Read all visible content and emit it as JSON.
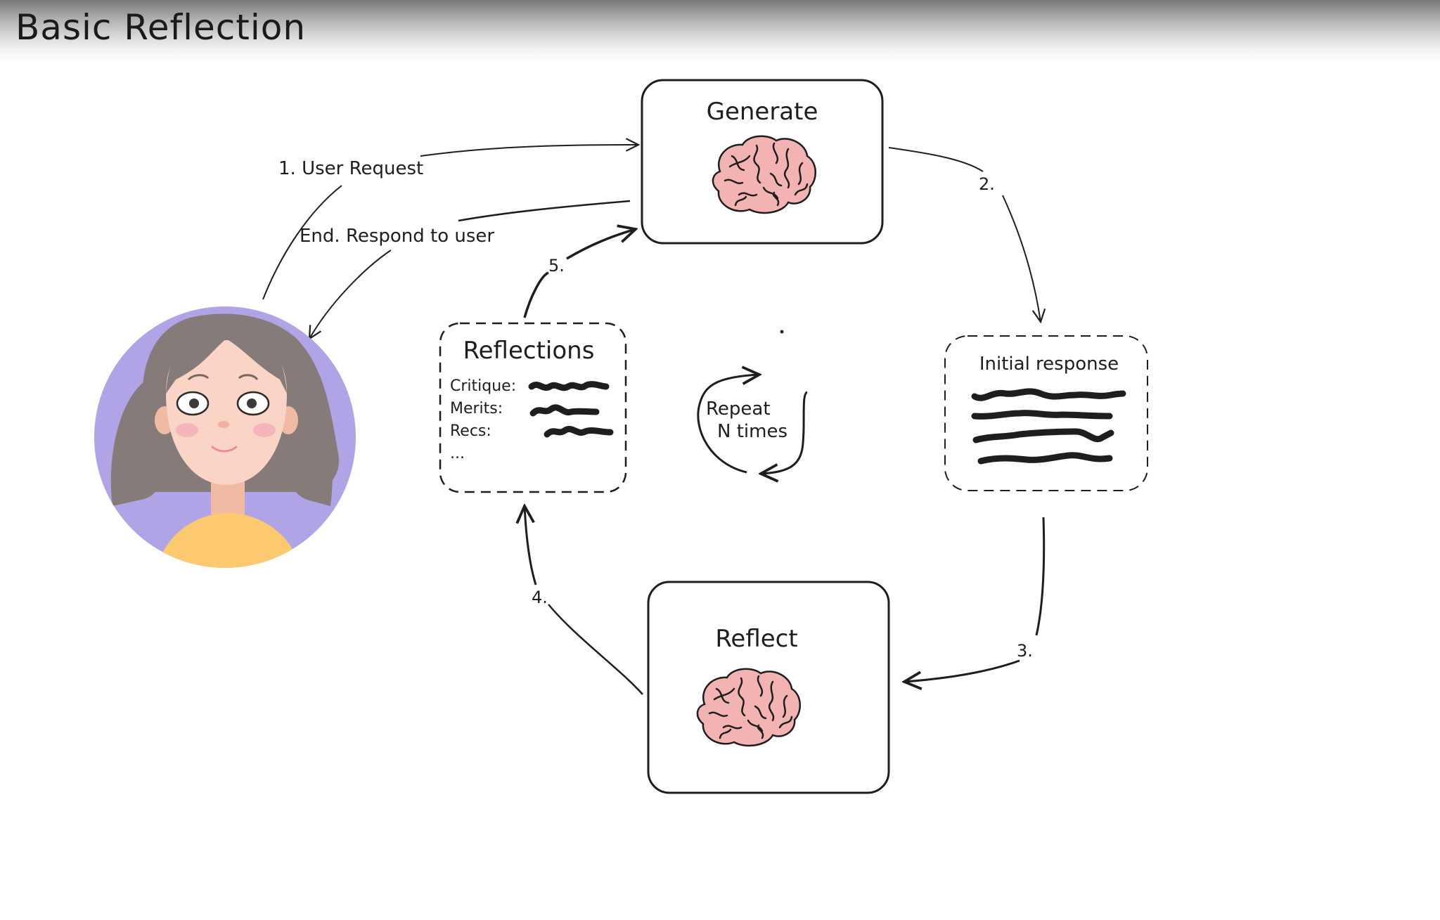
{
  "title": "Basic Reflection",
  "colors": {
    "stroke": "#1e1e1e",
    "brain_fill": "#f4b3b3",
    "avatar_bg": "#b0a4e6",
    "hair": "#857c7a",
    "skin": "#fad4c4",
    "shirt": "#fdc96f",
    "blush": "#f5b6bb"
  },
  "nodes": {
    "generate": {
      "label": "Generate",
      "icon": "brain-icon"
    },
    "reflect": {
      "label": "Reflect",
      "icon": "brain-icon"
    },
    "initial_response": {
      "label": "Initial response",
      "content": "scribbled-text-lines"
    },
    "reflections": {
      "label": "Reflections",
      "rows": [
        {
          "label": "Critique:"
        },
        {
          "label": "Merits:"
        },
        {
          "label": "Recs:"
        }
      ],
      "ellipsis": "..."
    },
    "user": {
      "icon": "user-avatar"
    }
  },
  "edges": [
    {
      "id": "user-request",
      "label": "1. User Request",
      "from": "user",
      "to": "generate"
    },
    {
      "id": "step-2",
      "label": "2.",
      "from": "generate",
      "to": "initial_response"
    },
    {
      "id": "step-3",
      "label": "3.",
      "from": "initial_response",
      "to": "reflect"
    },
    {
      "id": "step-4",
      "label": "4.",
      "from": "reflect",
      "to": "reflections"
    },
    {
      "id": "step-5",
      "label": "5.",
      "from": "reflections",
      "to": "generate"
    },
    {
      "id": "respond",
      "label": "End. Respond to user",
      "from": "generate",
      "to": "user"
    }
  ],
  "loop": {
    "line1": "Repeat",
    "line2": "N times"
  }
}
